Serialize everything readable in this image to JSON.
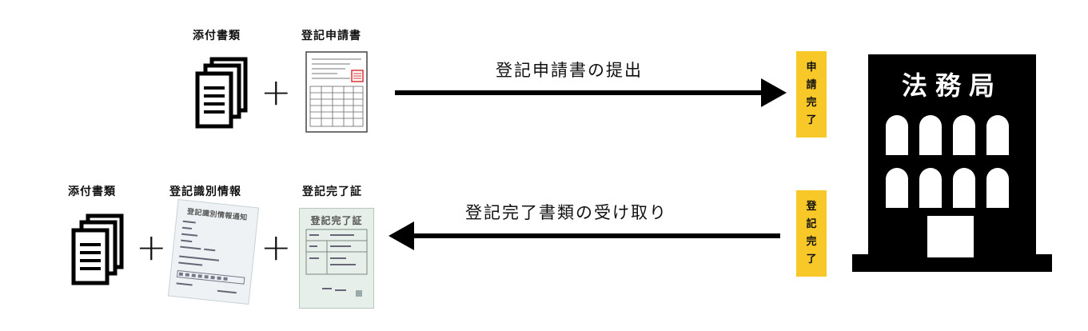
{
  "row1": {
    "label_attachments": "添付書類",
    "label_application": "登記申請書",
    "plus": "+",
    "arrow_label": "登記申請書の提出",
    "badge": [
      "申",
      "請",
      "完",
      "了"
    ]
  },
  "row2": {
    "label_attachments": "添付書類",
    "label_identification": "登記識別情報",
    "label_certificate": "登記完了証",
    "plus": "+",
    "arrow_label": "登記完了書類の受け取り",
    "badge": [
      "登",
      "記",
      "完",
      "了"
    ],
    "id_doc_title": "登記識別情報通知",
    "cert_doc_title": "登記完了証"
  },
  "bureau": {
    "title": "法務局"
  },
  "colors": {
    "badge": "#f8c829",
    "arrow": "#000000",
    "building": "#000000"
  }
}
